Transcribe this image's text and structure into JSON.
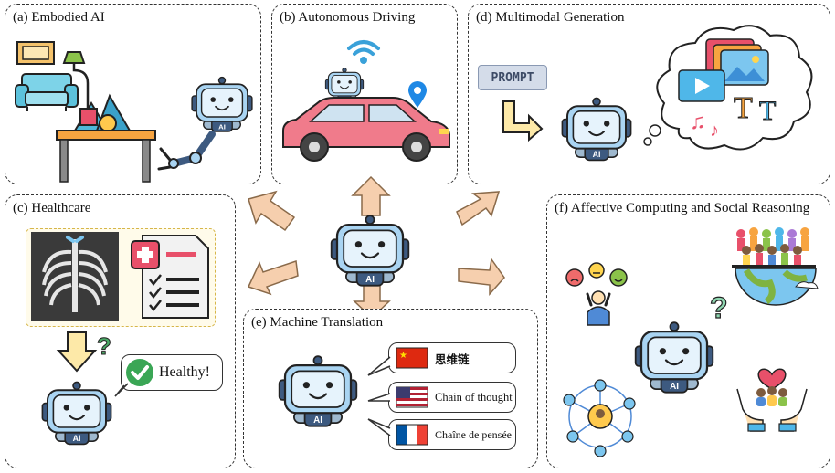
{
  "panels": {
    "a": {
      "title": "(a) Embodied AI"
    },
    "b": {
      "title": "(b) Autonomous Driving"
    },
    "c": {
      "title": "(c) Healthcare"
    },
    "d": {
      "title": "(d) Multimodal Generation"
    },
    "e": {
      "title": "(e) Machine Translation"
    },
    "f": {
      "title": "(f) Affective Computing and Social Reasoning"
    }
  },
  "robot_label": "AI",
  "prompt_label": "PROMPT",
  "healthcare": {
    "diagnosis": "Healthy!"
  },
  "translation": {
    "chinese": "思维链",
    "english": "Chain of thought",
    "french": "Chaîne de pensée"
  },
  "colors": {
    "robot_fill": "#a9d4f2",
    "robot_dark": "#3d5a80",
    "arrow": "#f6cfae",
    "car": "#f07b8b",
    "xray_bg": "#3a3a3a",
    "check": "#3aa655",
    "prompt_bg": "#d4dce9"
  }
}
